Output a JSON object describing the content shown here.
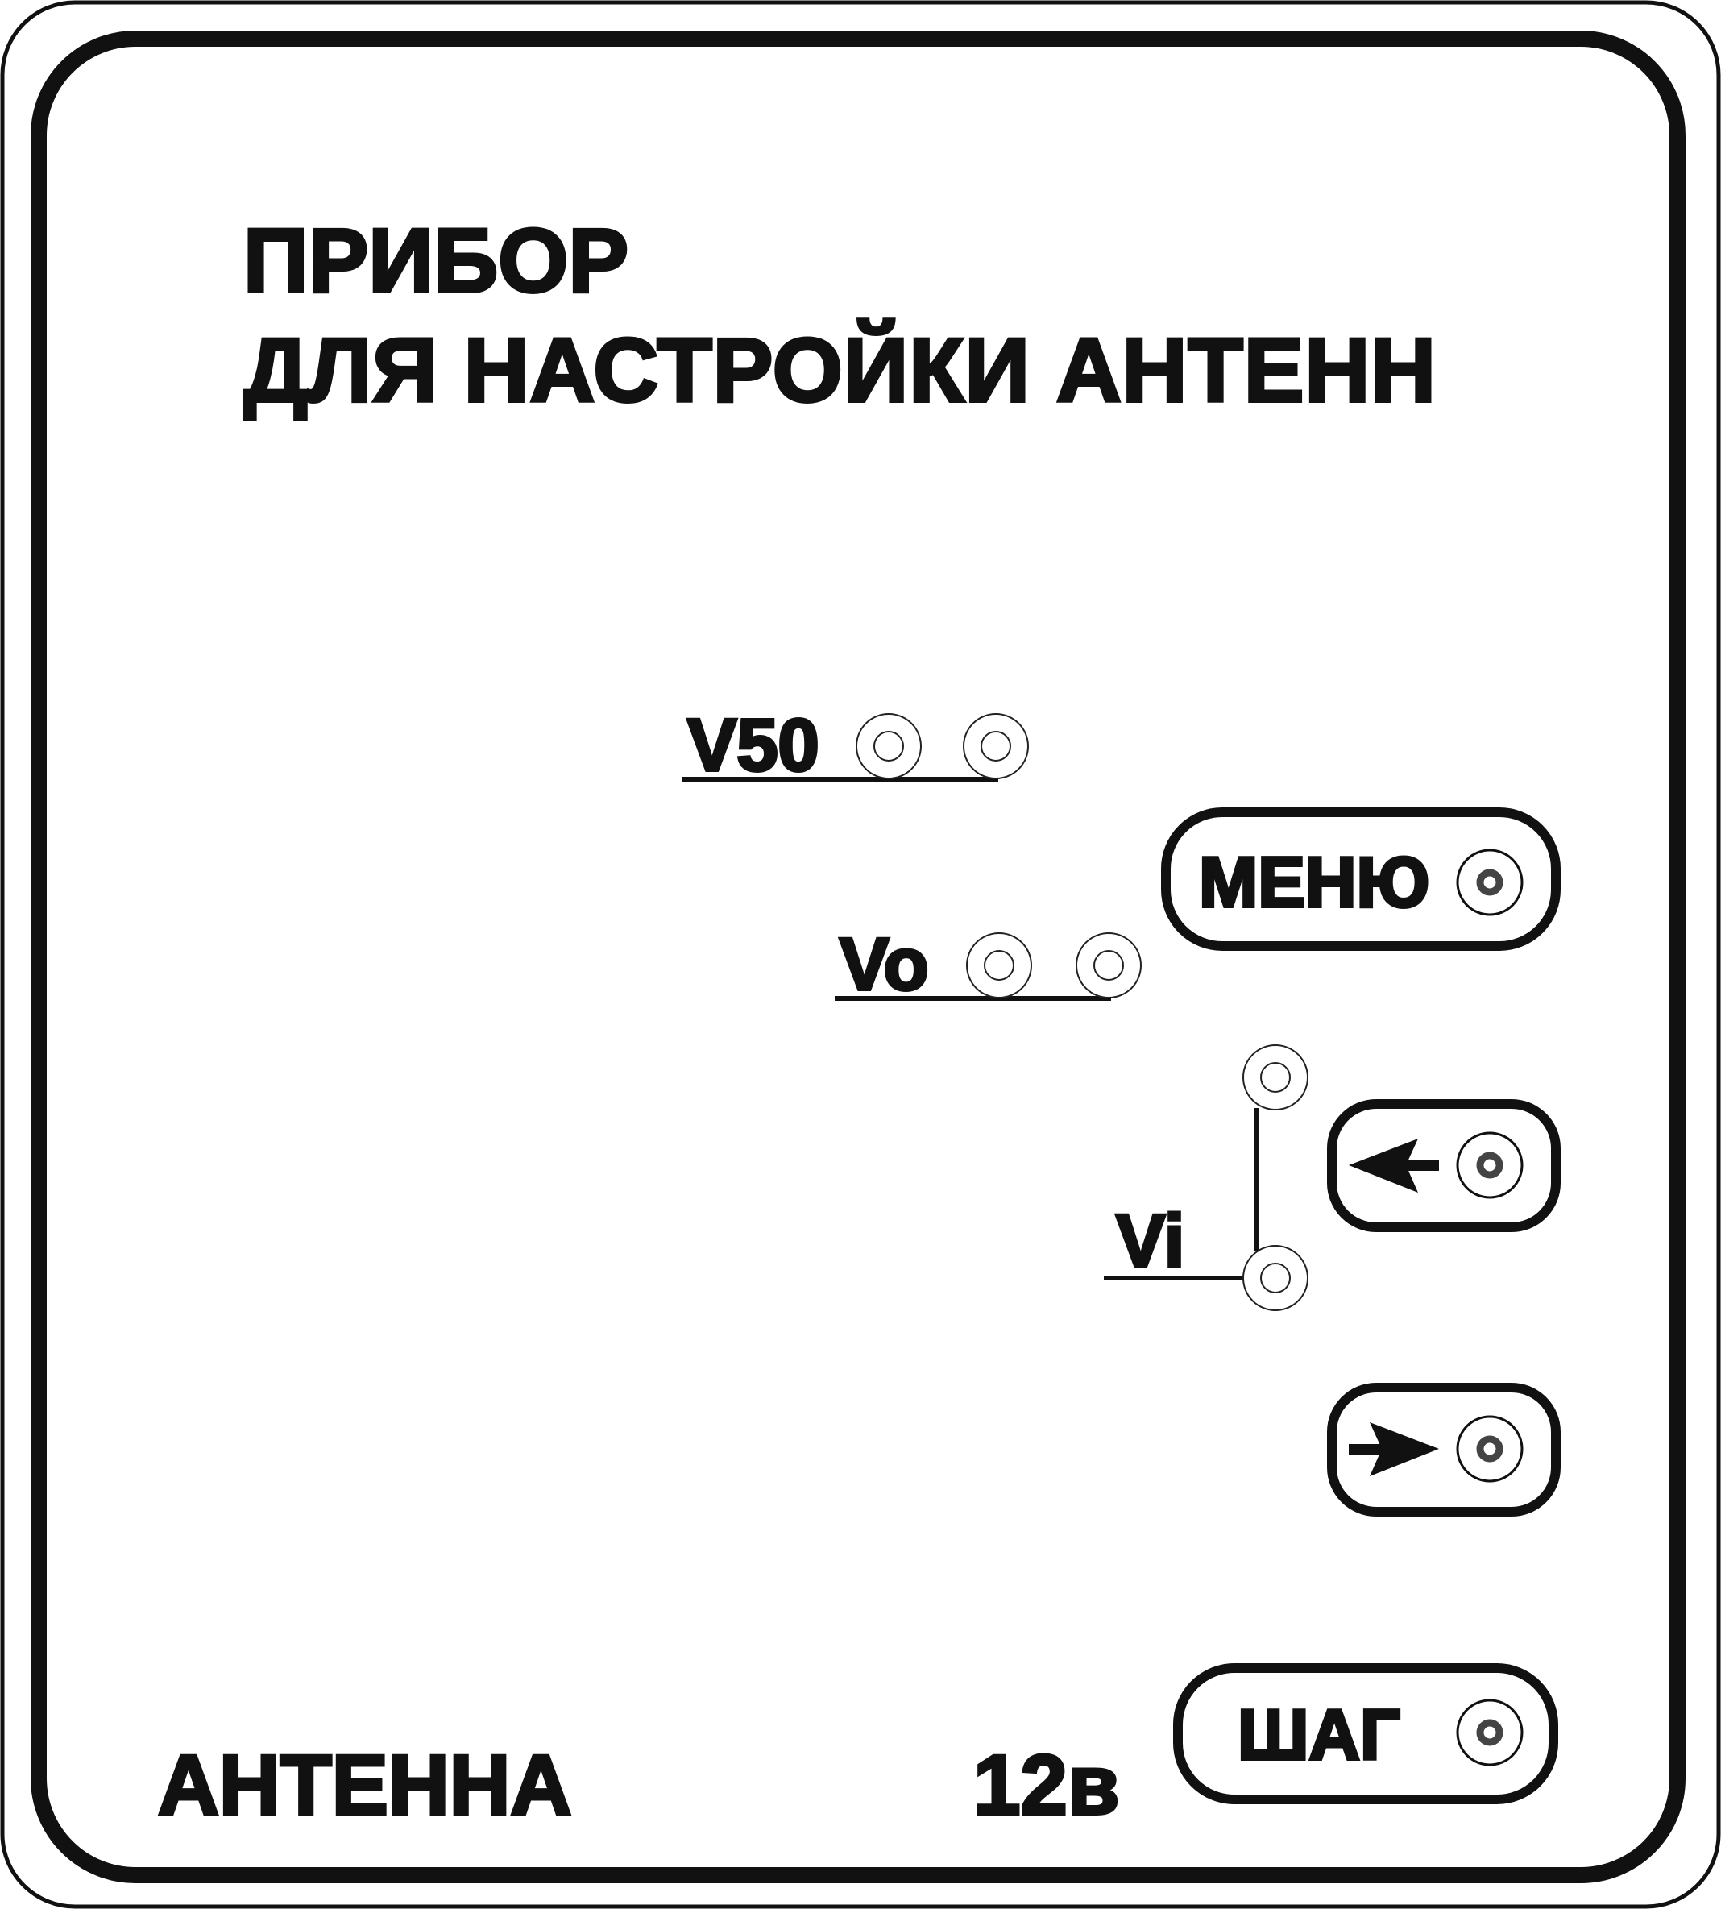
{
  "panel": {
    "title_line1": "ПРИБОР",
    "title_line2": "ДЛЯ НАСТРОЙКИ АНТЕНН"
  },
  "terminals": {
    "v50_label": "V50",
    "vo_label": "Vo",
    "vi_label": "Vi"
  },
  "buttons": {
    "menu_label": "МЕНЮ",
    "left_icon": "arrow-left-icon",
    "right_icon": "arrow-right-icon",
    "step_label": "ШАГ"
  },
  "footer": {
    "antenna_label": "АНТЕННА",
    "voltage_label": "12в"
  },
  "colors": {
    "ink": "#111111",
    "background": "#ffffff"
  }
}
